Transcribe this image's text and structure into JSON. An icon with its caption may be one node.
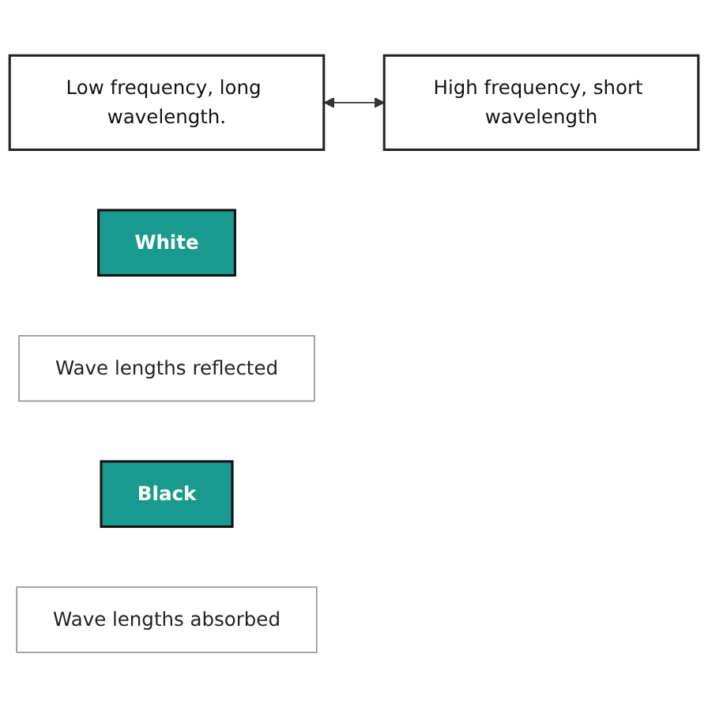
{
  "diagram": {
    "nodes": [
      {
        "text": [
          "Low frequency, long wavelength."
        ]
      },
      {
        "text": [
          "White"
        ]
      },
      {
        "text": [
          "Wave lengths reflected"
        ]
      },
      {
        "text": [
          "Black"
        ]
      },
      {
        "text": [
          "Wave lengths absorbed"
        ]
      },
      {
        "text": [
          "High frequency, short wavelength"
        ]
      }
    ],
    "edges": [
      {
        "from": 0,
        "to": 5,
        "arrow": "both"
      }
    ]
  }
}
